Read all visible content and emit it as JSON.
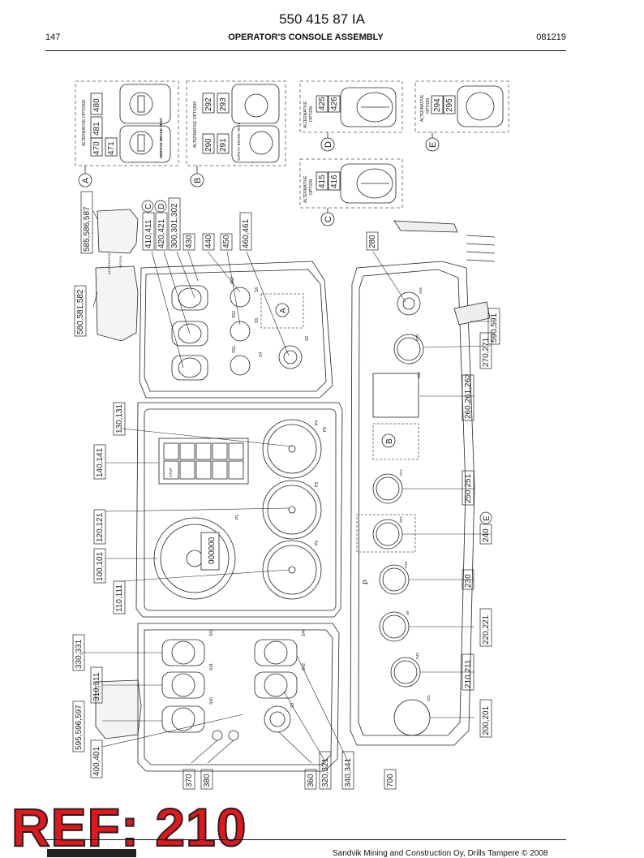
{
  "header": {
    "document_number": "550 415 87 IA",
    "page_number": "147",
    "title": "OPERATOR'S CONSOLE ASSEMBLY",
    "date_code": "081219"
  },
  "stamp": {
    "text": "REF: 210",
    "color": "#e5161b"
  },
  "footer": {
    "copyright": "Sandvik Mining and Construction Oy, Drills Tampere © 2008"
  },
  "callouts": {
    "c_585": "585,586,587",
    "c_580": "580,581,582",
    "c_410": "410,411",
    "c_420": "420,421",
    "c_300": "300,301,302",
    "c_430": "430",
    "c_440": "440",
    "c_450": "450",
    "c_460": "460,461",
    "c_280": "280",
    "c_590": "590,591",
    "c_270": "270,271",
    "c_260": "260,261,262",
    "c_130": "130,131",
    "c_140": "140,141",
    "c_120": "120,121",
    "c_100": "100,101",
    "c_110": "110,111",
    "c_250": "250,251",
    "c_240": "240",
    "c_230": "230",
    "c_220": "220,221",
    "c_210": "210,211",
    "c_200": "200,201",
    "c_330": "330,331",
    "c_310": "310,311",
    "c_595": "595,596,597",
    "c_400": "400,401",
    "c_370": "370",
    "c_380": "380",
    "c_360": "360",
    "c_320": "320,321",
    "c_340": "340,341",
    "c_700": "700",
    "c_470": "470",
    "c_471": "471",
    "c_480": "480",
    "c_481": "481",
    "c_290": "290",
    "c_291": "291",
    "c_292": "292",
    "c_293": "293",
    "c_425": "425",
    "c_426": "426",
    "c_415": "415",
    "c_416": "416",
    "c_294": "294",
    "c_295": "295"
  },
  "letters": {
    "A": "A",
    "B": "B",
    "C": "C",
    "D": "D",
    "E": "E"
  },
  "panel_text": {
    "alt_options": "ALTERNATIVE OPTIONS",
    "alt_option": "ALTERNATIVE OPTION",
    "alternative": "ALTERNATIVE",
    "option": "OPTION",
    "service_brake_test": "SERVICE BRAKE TEST",
    "safety_brake_test": "SAFETY BRAKE TEST",
    "stop": "STOP",
    "odometer": "000000",
    "p": "P"
  },
  "component_codes": {
    "s43": "S43",
    "s44": "S44",
    "s41": "S41",
    "s42": "S42",
    "s40": "S40",
    "s3": "S3",
    "s52": "S52",
    "s53": "S53",
    "s51": "S51",
    "s6": "S6",
    "s5": "S5",
    "s4": "S4",
    "s2": "S2",
    "s46": "S46",
    "s10": "S10",
    "s50": "S50",
    "s17": "S17",
    "s57": "S57",
    "h15": "H15",
    "s9": "S9",
    "s49": "S49",
    "s21": "S21",
    "p1": "P1",
    "p2": "P2",
    "p3": "P3",
    "p4": "P4",
    "p5": "P5"
  },
  "colors": {
    "line": "#222222",
    "dashed": "#555555",
    "shade": "#dddddd"
  }
}
